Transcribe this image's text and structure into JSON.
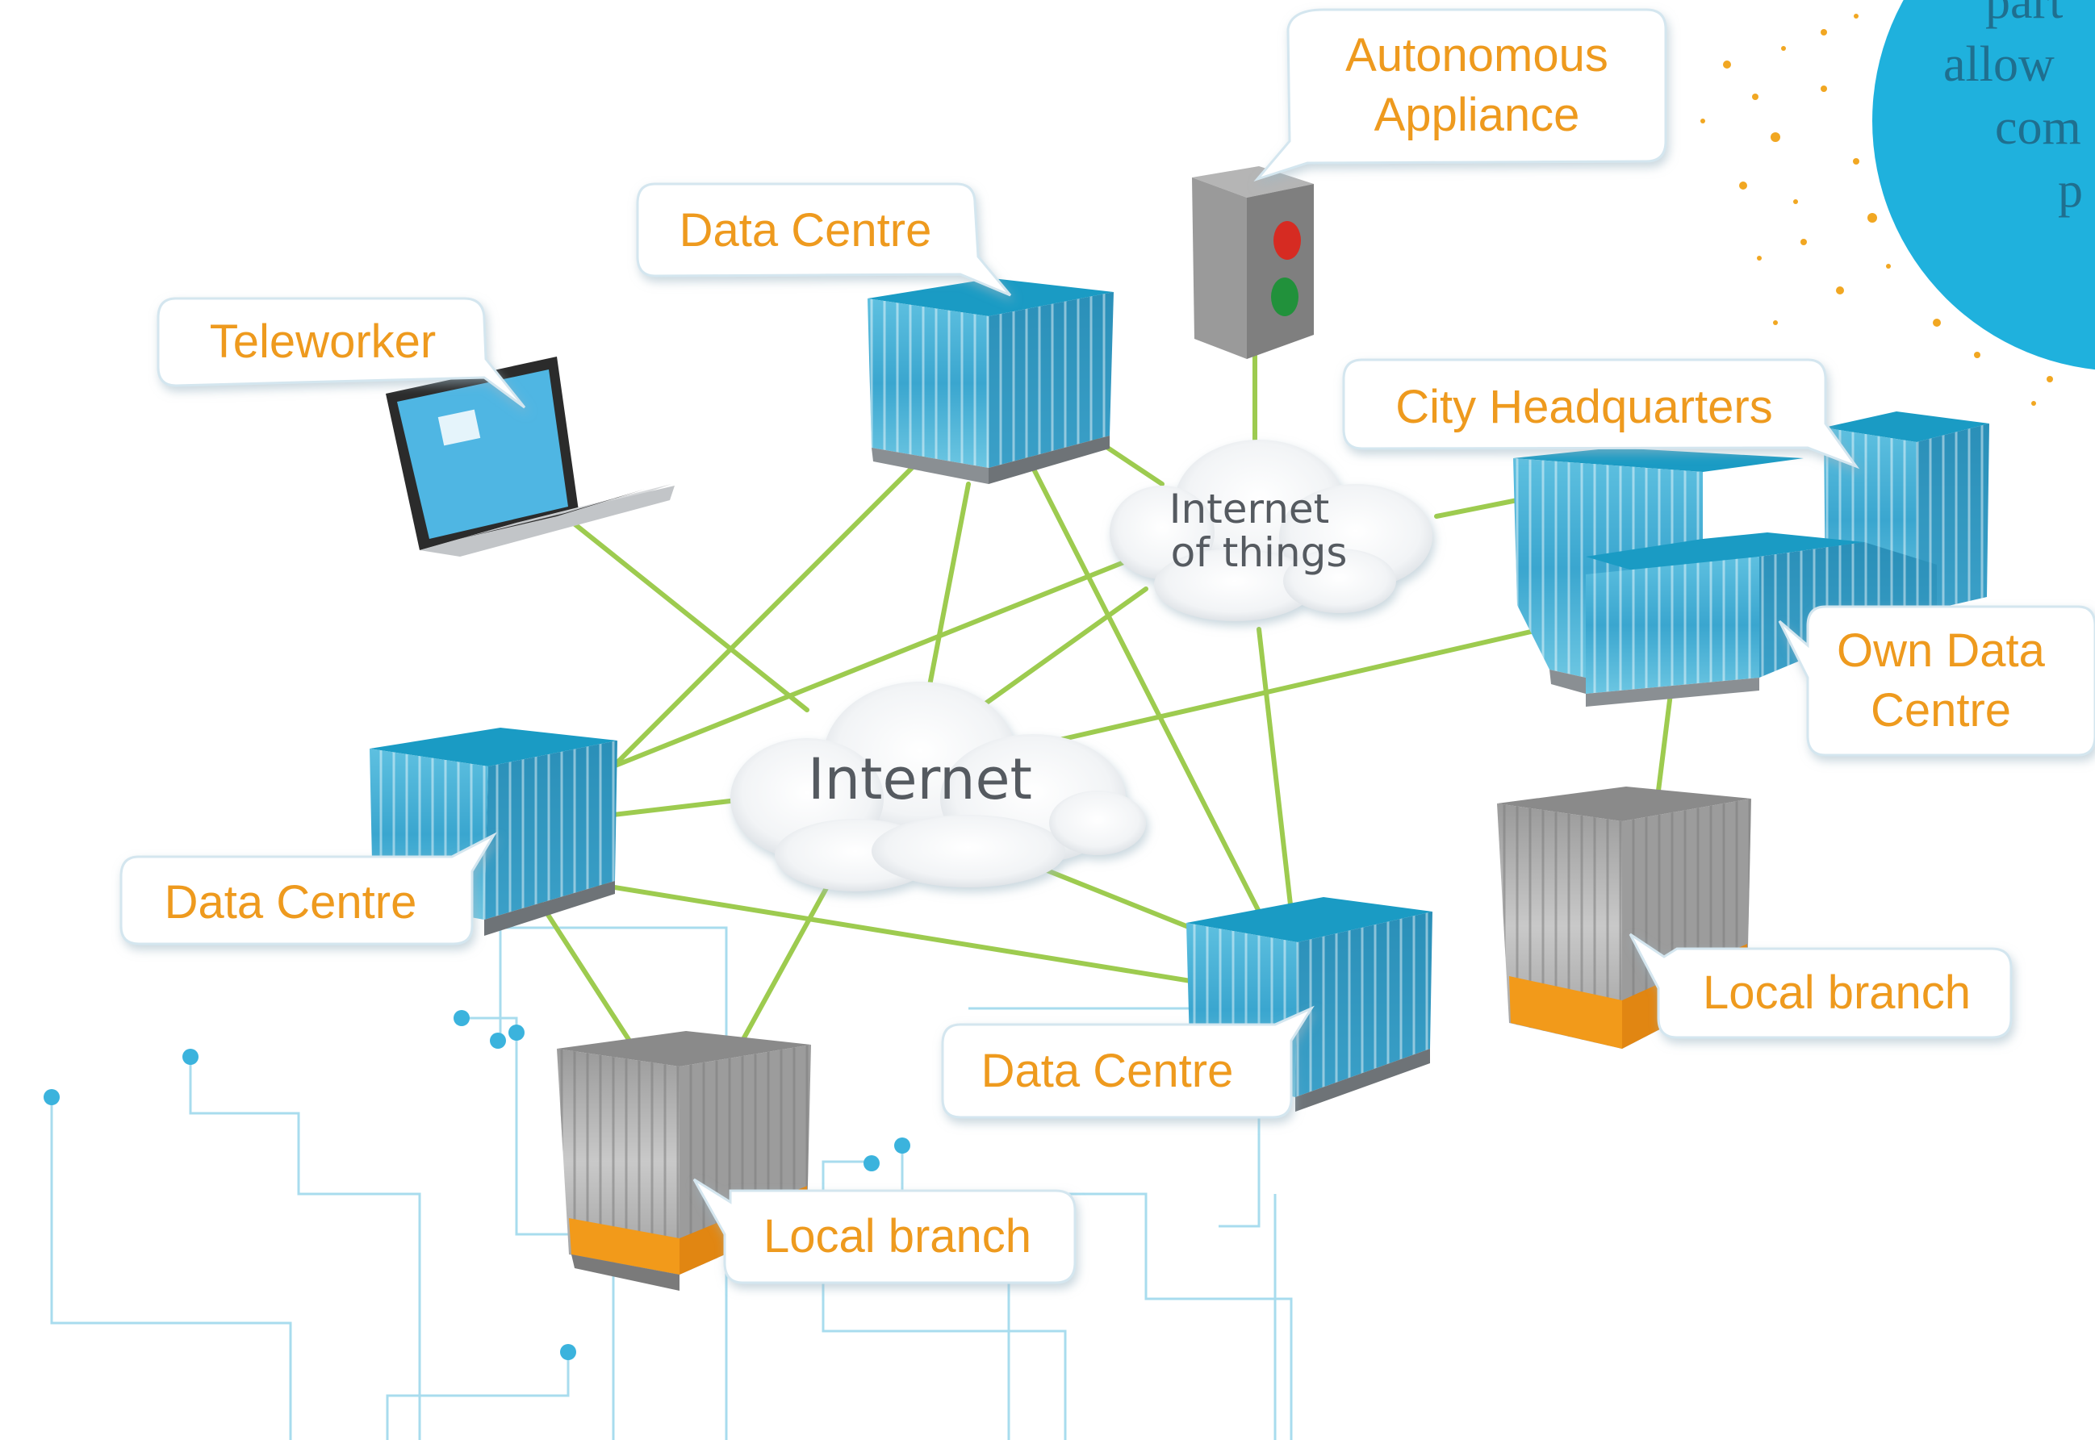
{
  "diagram": {
    "colors": {
      "link": "#9dcb4f",
      "label_text": "#ee9a1e",
      "building_blue_top": "#1a9bc4",
      "building_blue_face": "#4fb3d6",
      "building_gray": "#a9a9a9",
      "branch_base": "#f29a1a",
      "circuit": "#9fd8ec",
      "accent_bubble": "#1fb1dd"
    },
    "clouds": [
      {
        "id": "internet",
        "label": "Internet"
      },
      {
        "id": "iot",
        "label_line1": "Internet",
        "label_line2": "of things"
      }
    ],
    "nodes": {
      "teleworker": {
        "label": "Teleworker",
        "icon": "laptop-icon"
      },
      "data_centre_top": {
        "label": "Data Centre",
        "icon": "data-centre-building-icon"
      },
      "autonomous_appliance": {
        "label_line1": "Autonomous",
        "label_line2": "Appliance",
        "icon": "traffic-light-icon"
      },
      "city_hq": {
        "label": "City Headquarters",
        "icon": "headquarters-building-icon"
      },
      "own_data_centre": {
        "label_line1": "Own Data",
        "label_line2": "Centre"
      },
      "data_centre_left": {
        "label": "Data Centre",
        "icon": "data-centre-building-icon"
      },
      "data_centre_bottom": {
        "label": "Data Centre",
        "icon": "data-centre-building-icon"
      },
      "local_branch_left": {
        "label": "Local branch",
        "icon": "branch-building-icon"
      },
      "local_branch_right": {
        "label": "Local branch",
        "icon": "branch-building-icon"
      }
    },
    "corner_bubble": {
      "line1": "part",
      "line2": "allow",
      "line3": "com",
      "line4": "p"
    }
  }
}
